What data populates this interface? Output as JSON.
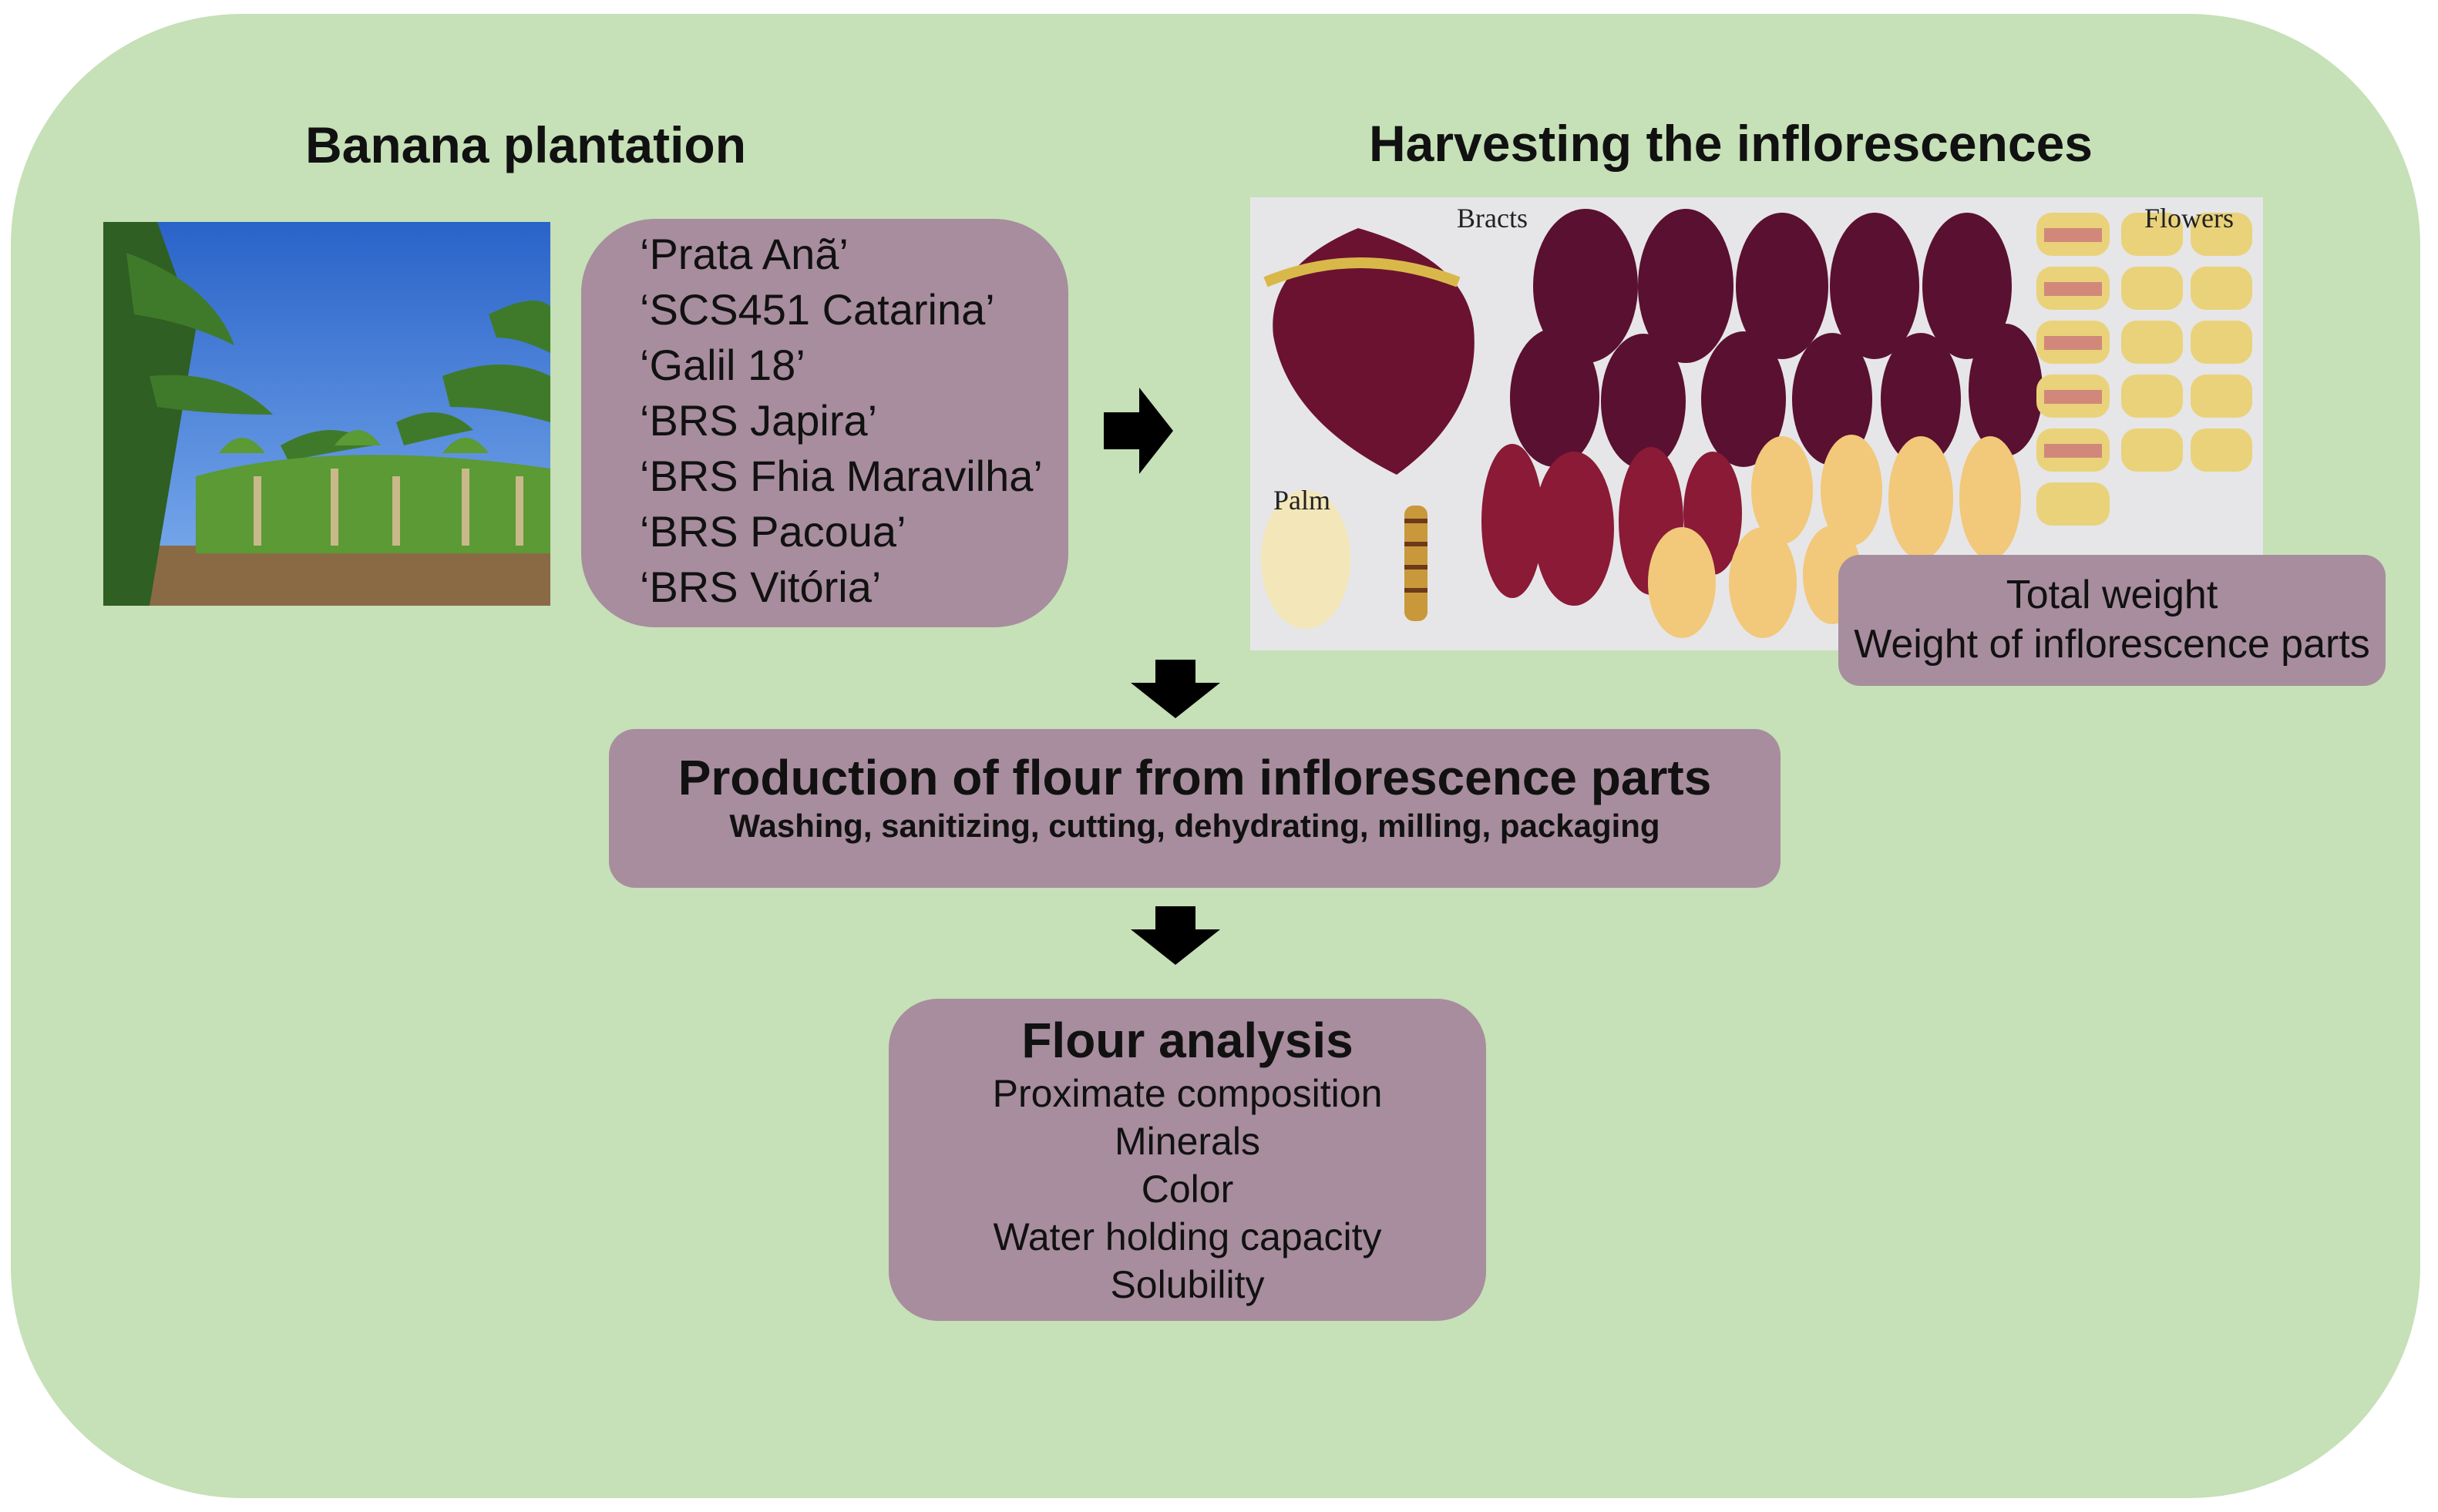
{
  "headings": {
    "plantation": "Banana plantation",
    "harvest": "Harvesting the inflorescences"
  },
  "varieties": [
    "‘Prata Anã’",
    "‘SCS451 Catarina’",
    "‘Galil 18’",
    "‘BRS Japira’",
    "‘BRS Fhia Maravilha’",
    "‘BRS Pacoua’",
    "‘BRS Vitória’"
  ],
  "photo_labels": {
    "bracts": "Bracts",
    "flowers": "Flowers",
    "palm": "Palm"
  },
  "weights": [
    "Total weight",
    "Weight of inflorescence parts"
  ],
  "flour_production": {
    "title": "Production of flour from inflorescence parts",
    "steps": "Washing, sanitizing, cutting, dehydrating, milling, packaging"
  },
  "analysis": {
    "title": "Flour analysis",
    "items": [
      "Proximate composition",
      "Minerals",
      "Color",
      "Water holding capacity",
      "Solubility"
    ]
  },
  "colors": {
    "background": "#c6e0b7",
    "box": "#a78d9d",
    "bract": "#6b1230",
    "palm": "#f3e6b8",
    "flower": "#e9d27a",
    "sky": "#3f7fdc"
  }
}
